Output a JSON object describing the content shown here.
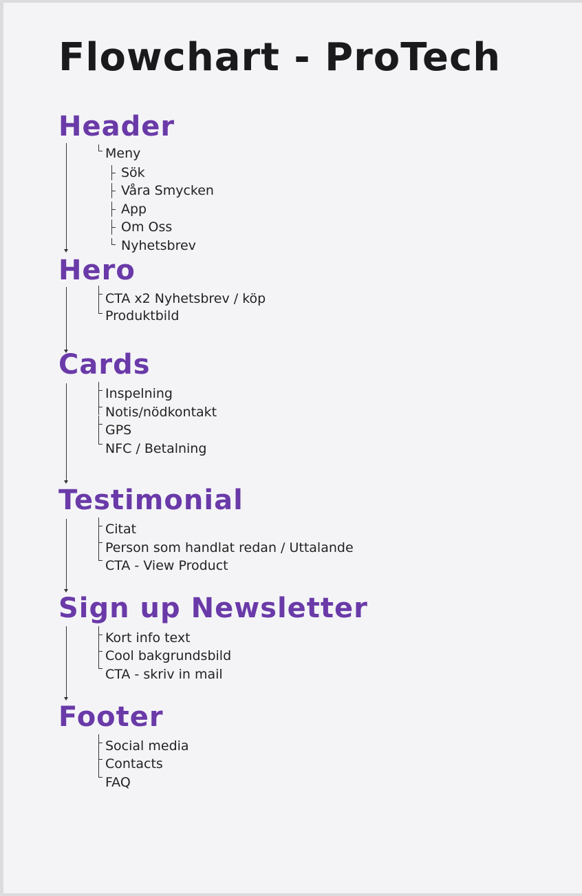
{
  "title": "Flowchart - ProTech",
  "colors": {
    "heading": "#1a1a1c",
    "section": "#6a3aa8",
    "text": "#222222",
    "background": "#f4f4f7"
  },
  "sections": [
    {
      "name": "Header",
      "sub_heading": "Meny",
      "items": [
        "Sök",
        "Våra Smycken",
        "App",
        "Om Oss",
        "Nyhetsbrev"
      ]
    },
    {
      "name": "Hero",
      "items": [
        "CTA x2 Nyhetsbrev / köp",
        "Produktbild"
      ]
    },
    {
      "name": "Cards",
      "items": [
        "Inspelning",
        "Notis/nödkontakt",
        "GPS",
        "NFC / Betalning"
      ]
    },
    {
      "name": "Testimonial",
      "items": [
        "Citat",
        "Person som handlat redan / Uttalande",
        "CTA - View Product"
      ]
    },
    {
      "name": "Sign up Newsletter",
      "items": [
        "Kort info text",
        "Cool bakgrundsbild",
        "CTA - skriv in mail"
      ]
    },
    {
      "name": "Footer",
      "items": [
        "Social media",
        "Contacts",
        "FAQ"
      ]
    }
  ]
}
